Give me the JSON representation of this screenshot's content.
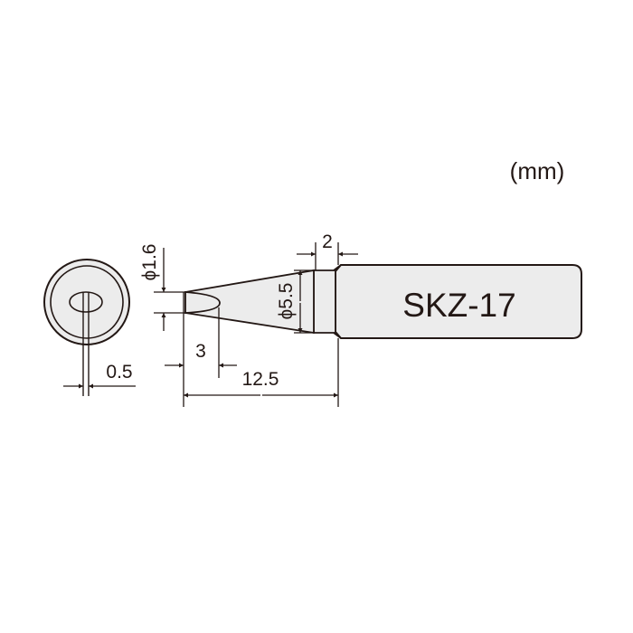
{
  "drawing": {
    "units_label": "(mm)",
    "model_label": "SKZ-17",
    "colors": {
      "line": "#231815",
      "fill": "#ececec",
      "background": "#ffffff"
    },
    "end_view": {
      "slot_width_label": "0.5"
    },
    "side_view": {
      "tip_diameter_label": "ϕ1.6",
      "taper_diameter_label": "ϕ5.5",
      "shoulder_length_label": "2",
      "tip_length_label": "3",
      "overall_length_label": "12.5"
    }
  }
}
